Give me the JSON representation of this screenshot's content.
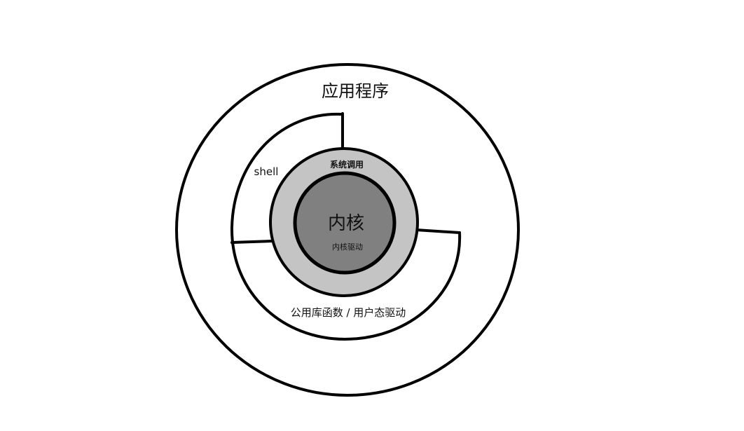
{
  "diagram": {
    "outer_ring_label": "应用程序",
    "shell_label": "shell",
    "library_label": "公用库函数 / 用户态驱动",
    "syscall_label": "系统调用",
    "kernel_label": "内核",
    "kernel_driver_label": "内核驱动"
  },
  "colors": {
    "background": "#ffffff",
    "stroke": "#000000",
    "syscall_ring_fill": "#c4c4c4",
    "kernel_fill": "#808080"
  }
}
